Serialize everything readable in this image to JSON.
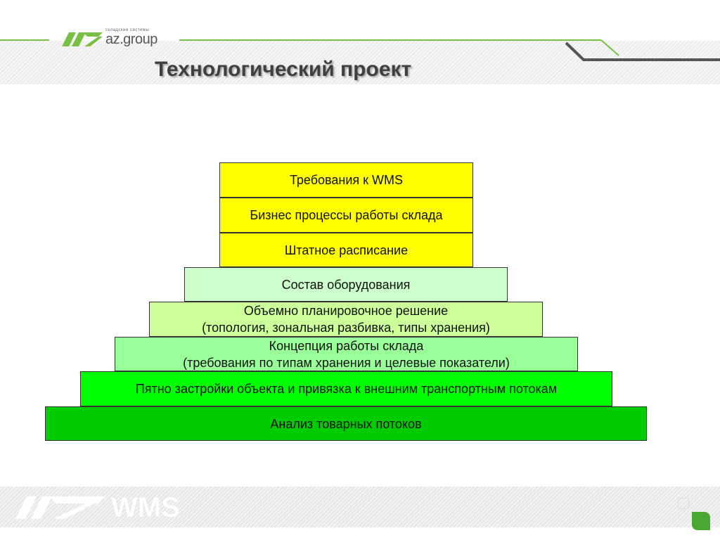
{
  "header": {
    "logo_subtitle": "складские системы",
    "logo_text": "az.group",
    "title": "Технологический проект"
  },
  "pyramid": [
    {
      "text": "Требования к WMS",
      "color": "#ffff00"
    },
    {
      "text": "Бизнес процессы работы склада",
      "color": "#ffff00"
    },
    {
      "text": "Штатное расписание",
      "color": "#ffff00"
    },
    {
      "text": "Состав оборудования",
      "color": "#ccffcc"
    },
    {
      "text": "Объемно планировочное решение\n(топология, зональная разбивка, типы хранения)",
      "color": "#ccff99"
    },
    {
      "text": "Концепция работы склада\n(требования по типам хранения и целевые показатели)",
      "color": "#99ff99"
    },
    {
      "text": "Пятно застройки  объекта и привязка к внешним транспортным потокам",
      "color": "#00ff00"
    },
    {
      "text": "Анализ товарных потоков",
      "color": "#00cc00"
    }
  ],
  "footer": {
    "text": "WMS"
  },
  "colors": {
    "brand_green": "#77c043",
    "title_gray": "#404040"
  }
}
